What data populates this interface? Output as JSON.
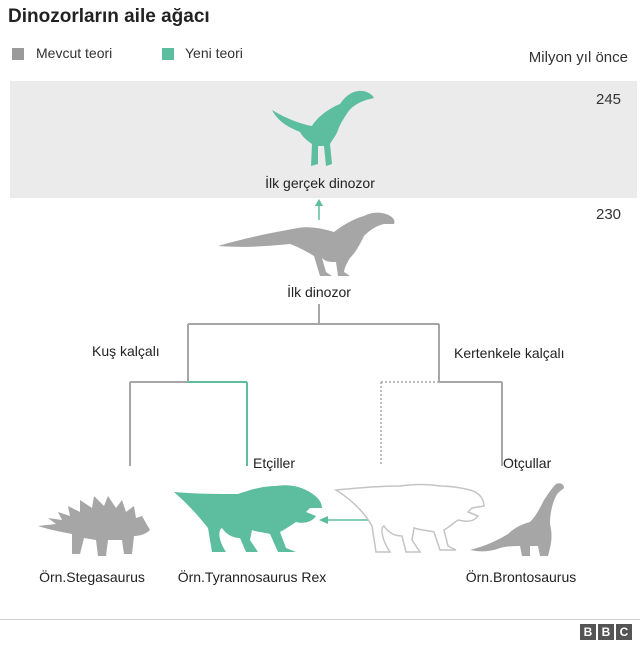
{
  "title": "Dinozorların aile ağacı",
  "legend": [
    {
      "label": "Mevcut teori",
      "color": "#9a9a9a"
    },
    {
      "label": "Yeni teori",
      "color": "#5dbd9f"
    }
  ],
  "axis": {
    "label": "Milyon yıl önce",
    "ticks": [
      "245",
      "230"
    ]
  },
  "nodes": {
    "first_true_dinosaur": "İlk gerçek dinozor",
    "first_dinosaur": "İlk dinozor",
    "bird_hipped": "Kuş kalçalı",
    "lizard_hipped": "Kertenkele kalçalı",
    "carnivores": "Etçiller",
    "herbivores": "Otçullar"
  },
  "examples": {
    "stegosaurus": "Örn.Stegasaurus",
    "trex": "Örn.Tyrannosaurus Rex",
    "brontosaurus": "Örn.Brontosaurus"
  },
  "colors": {
    "current": "#a6a6a6",
    "new": "#5dbd9f",
    "band": "#ebebeb"
  },
  "footer": {
    "logo": [
      "B",
      "B",
      "C"
    ]
  }
}
